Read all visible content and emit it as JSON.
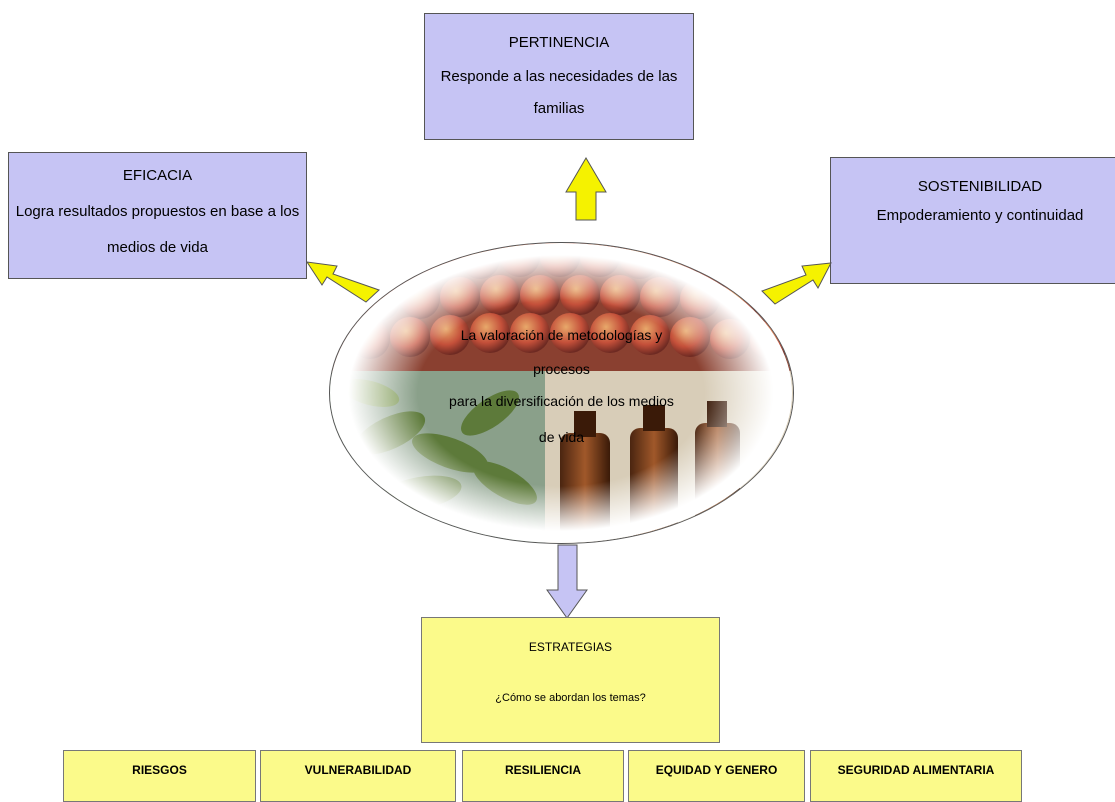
{
  "pertinencia": {
    "title": "PERTINENCIA",
    "desc": "Responde a las necesidades de las familias"
  },
  "eficacia": {
    "title": "EFICACIA",
    "desc": "Logra resultados propuestos en base a los medios de vida"
  },
  "sostenibilidad": {
    "title": "SOSTENIBILIDAD",
    "desc": "Empoderamiento y  continuidad"
  },
  "center": {
    "line1": "La valoración de  metodologías y",
    "line2": "procesos",
    "line3": "para la diversificación de los medios",
    "line4": "de vida"
  },
  "estrategias": {
    "title": "ESTRATEGIAS",
    "question": "¿Cómo se abordan los temas?"
  },
  "themes": [
    "RIESGOS",
    "VULNERABILIDAD",
    "RESILIENCIA",
    "EQUIDAD Y GENERO",
    "SEGURIDAD ALIMENTARIA"
  ],
  "colors": {
    "purple_box": "#c6c4f4",
    "yellow_box": "#fbfa8a",
    "arrow_yellow": "#f5f200",
    "arrow_purple": "#c6c4f4"
  }
}
